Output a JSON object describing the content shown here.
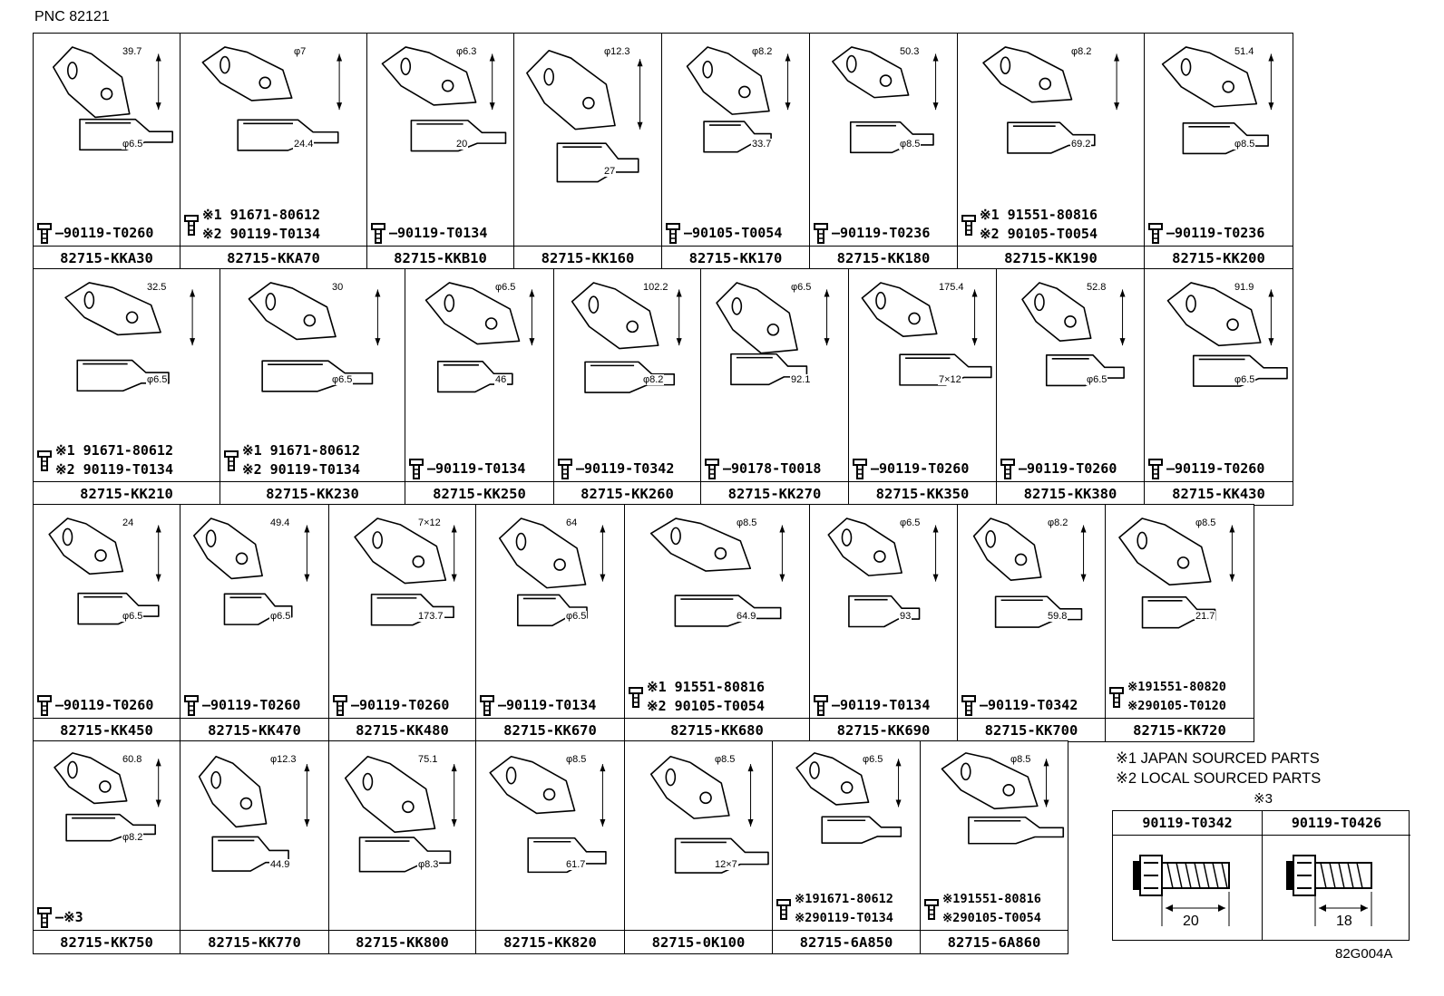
{
  "header": {
    "pnc": "PNC 82121"
  },
  "footer": {
    "drawing_id": "82G004A"
  },
  "notes": {
    "japan": "※1 JAPAN SOURCED PARTS",
    "local": "※2 LOCAL SOURCED PARTS",
    "mark3": "※3"
  },
  "bolt_table": [
    {
      "part": "90119-T0342",
      "length": "20"
    },
    {
      "part": "90119-T0426",
      "length": "18"
    }
  ],
  "rows": [
    [
      {
        "part": "82715-KKA30",
        "bolts": [
          "90119-T0260"
        ],
        "dims": [
          "39.7",
          "φ6.5"
        ]
      },
      {
        "part": "82715-KKA70",
        "bolts": [
          "※1 91671-80612",
          "※2 90119-T0134"
        ],
        "dims": [
          "φ7",
          "24.4"
        ]
      },
      {
        "part": "82715-KKB10",
        "bolts": [
          "90119-T0134"
        ],
        "dims": [
          "φ6.3",
          "20"
        ]
      },
      {
        "part": "82715-KK160",
        "bolts": [],
        "dims": [
          "φ12.3",
          "27"
        ]
      },
      {
        "part": "82715-KK170",
        "bolts": [
          "90105-T0054"
        ],
        "dims": [
          "φ8.2",
          "33.7"
        ]
      },
      {
        "part": "82715-KK180",
        "bolts": [
          "90119-T0236"
        ],
        "dims": [
          "50.3",
          "φ8.5"
        ]
      },
      {
        "part": "82715-KK190",
        "bolts": [
          "※1 91551-80816",
          "※2 90105-T0054"
        ],
        "dims": [
          "φ8.2",
          "69.2"
        ]
      },
      {
        "part": "82715-KK200",
        "bolts": [
          "90119-T0236"
        ],
        "dims": [
          "51.4",
          "φ8.5"
        ]
      }
    ],
    [
      {
        "part": "82715-KK210",
        "bolts": [
          "※1 91671-80612",
          "※2 90119-T0134"
        ],
        "dims": [
          "32.5",
          "φ6.5"
        ]
      },
      {
        "part": "82715-KK230",
        "bolts": [
          "※1 91671-80612",
          "※2 90119-T0134"
        ],
        "dims": [
          "30",
          "φ6.5"
        ]
      },
      {
        "part": "82715-KK250",
        "bolts": [
          "90119-T0134"
        ],
        "dims": [
          "φ6.5",
          "46"
        ]
      },
      {
        "part": "82715-KK260",
        "bolts": [
          "90119-T0342"
        ],
        "dims": [
          "102.2",
          "φ8.2"
        ]
      },
      {
        "part": "82715-KK270",
        "bolts": [
          "90178-T0018"
        ],
        "dims": [
          "φ6.5",
          "92.1"
        ]
      },
      {
        "part": "82715-KK350",
        "bolts": [
          "90119-T0260"
        ],
        "dims": [
          "175.4",
          "7×12"
        ]
      },
      {
        "part": "82715-KK380",
        "bolts": [
          "90119-T0260"
        ],
        "dims": [
          "52.8",
          "φ6.5"
        ]
      },
      {
        "part": "82715-KK430",
        "bolts": [
          "90119-T0260"
        ],
        "dims": [
          "91.9",
          "φ6.5"
        ]
      }
    ],
    [
      {
        "part": "82715-KK450",
        "bolts": [
          "90119-T0260"
        ],
        "dims": [
          "24",
          "φ6.5"
        ]
      },
      {
        "part": "82715-KK470",
        "bolts": [
          "90119-T0260"
        ],
        "dims": [
          "49.4",
          "φ6.5"
        ]
      },
      {
        "part": "82715-KK480",
        "bolts": [
          "90119-T0260"
        ],
        "dims": [
          "7×12",
          "173.7"
        ]
      },
      {
        "part": "82715-KK670",
        "bolts": [
          "90119-T0134"
        ],
        "dims": [
          "64",
          "φ6.5"
        ]
      },
      {
        "part": "82715-KK680",
        "bolts": [
          "※1 91551-80816",
          "※2 90105-T0054"
        ],
        "dims": [
          "φ8.5",
          "64.9"
        ]
      },
      {
        "part": "82715-KK690",
        "bolts": [
          "90119-T0134"
        ],
        "dims": [
          "φ6.5",
          "93"
        ]
      },
      {
        "part": "82715-KK700",
        "bolts": [
          "90119-T0342"
        ],
        "dims": [
          "φ8.2",
          "59.8"
        ]
      },
      {
        "part": "82715-KK720",
        "bolts": [
          "※191551-80820",
          "※290105-T0120"
        ],
        "dims": [
          "φ8.5",
          "21.7"
        ]
      }
    ],
    [
      {
        "part": "82715-KK750",
        "bolts": [
          "※3"
        ],
        "dims": [
          "60.8",
          "φ8.2"
        ]
      },
      {
        "part": "82715-KK770",
        "bolts": [],
        "dims": [
          "φ12.3",
          "44.9"
        ]
      },
      {
        "part": "82715-KK800",
        "bolts": [],
        "dims": [
          "75.1",
          "φ8.3"
        ]
      },
      {
        "part": "82715-KK820",
        "bolts": [],
        "dims": [
          "φ8.5",
          "61.7"
        ]
      },
      {
        "part": "82715-0K100",
        "bolts": [],
        "dims": [
          "φ8.5",
          "12×7"
        ]
      },
      {
        "part": "82715-6A850",
        "bolts": [
          "※191671-80612",
          "※290119-T0134"
        ],
        "dims": [
          "φ6.5"
        ]
      },
      {
        "part": "82715-6A860",
        "bolts": [
          "※191551-80816",
          "※290105-T0054"
        ],
        "dims": [
          "φ8.5"
        ]
      }
    ]
  ]
}
